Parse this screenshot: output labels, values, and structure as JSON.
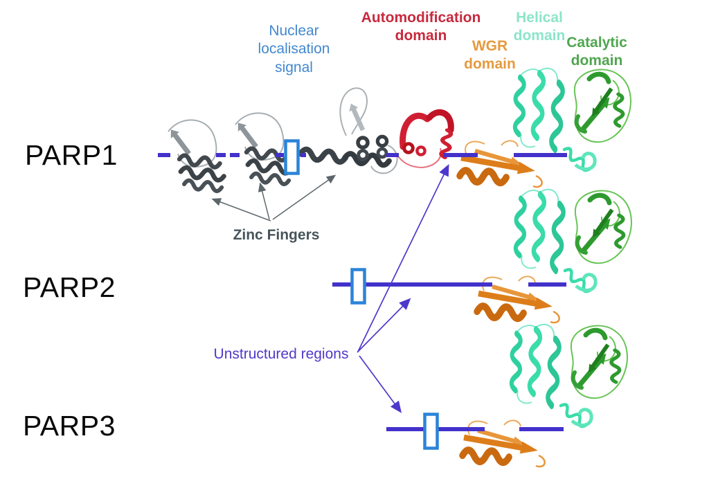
{
  "domain_labels": {
    "nls": "Nuclear localisation signal",
    "automodification": "Automodification domain",
    "wgr": "WGR domain",
    "helical": "Helical domain",
    "catalytic": "Catalytic domain"
  },
  "annotations": {
    "zinc_fingers": "Zinc Fingers",
    "unstructured_regions": "Unstructured regions"
  },
  "proteins": [
    {
      "name": "PARP1",
      "features": [
        "Zinc fingers (3)",
        "Nuclear localisation signal",
        "Automodification domain",
        "WGR domain",
        "Helical domain",
        "Catalytic domain",
        "Unstructured regions"
      ]
    },
    {
      "name": "PARP2",
      "features": [
        "Nuclear localisation signal",
        "WGR domain",
        "Helical domain",
        "Catalytic domain",
        "Unstructured regions"
      ]
    },
    {
      "name": "PARP3",
      "features": [
        "Nuclear localisation signal",
        "WGR domain",
        "Helical domain",
        "Catalytic domain",
        "Unstructured regions"
      ]
    }
  ],
  "colors": {
    "backbone": "#4331cb",
    "nls_box": "#2b84d8",
    "nls_label": "#4288cf",
    "automodification": "#c8293d",
    "wgr": "#dd7d1a",
    "wgr_label": "#e59a3e",
    "helical": "#3adca9",
    "helical_label": "#8ce5c9",
    "catalytic": "#2e9a2e",
    "catalytic_label": "#4fa64f",
    "zinc_finger": "#42494e",
    "zinc_label": "#47545a",
    "unstructured_label": "#5138c8"
  }
}
